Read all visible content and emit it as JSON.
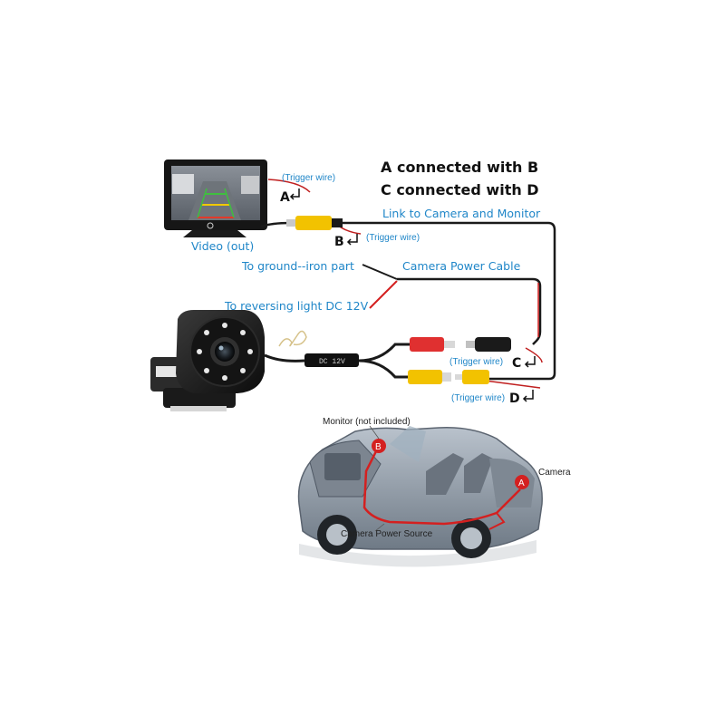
{
  "headline": {
    "line1": "A connected with B",
    "line2": "C connected with D"
  },
  "labels": {
    "link": "Link to Camera and Monitor",
    "trigger_wire": "(Trigger wire)",
    "video_out": "Video (out)",
    "ground": "To ground--iron part",
    "power_cable": "Camera Power Cable",
    "reversing": "To reversing light DC 12V",
    "cable_tag": "DC 12V"
  },
  "connectors": {
    "a": "A",
    "b": "B",
    "c": "C",
    "d": "D"
  },
  "car": {
    "monitor": "Monitor (not included)",
    "camera": "Camera",
    "power_source": "Camera Power Source",
    "badge_a": "A",
    "badge_b": "B"
  },
  "colors": {
    "label_blue": "#1f86c8",
    "wire_red": "#d42020",
    "rca_yellow": "#f2c200",
    "rca_red": "#e03030",
    "cable_black": "#1a1a1a"
  }
}
